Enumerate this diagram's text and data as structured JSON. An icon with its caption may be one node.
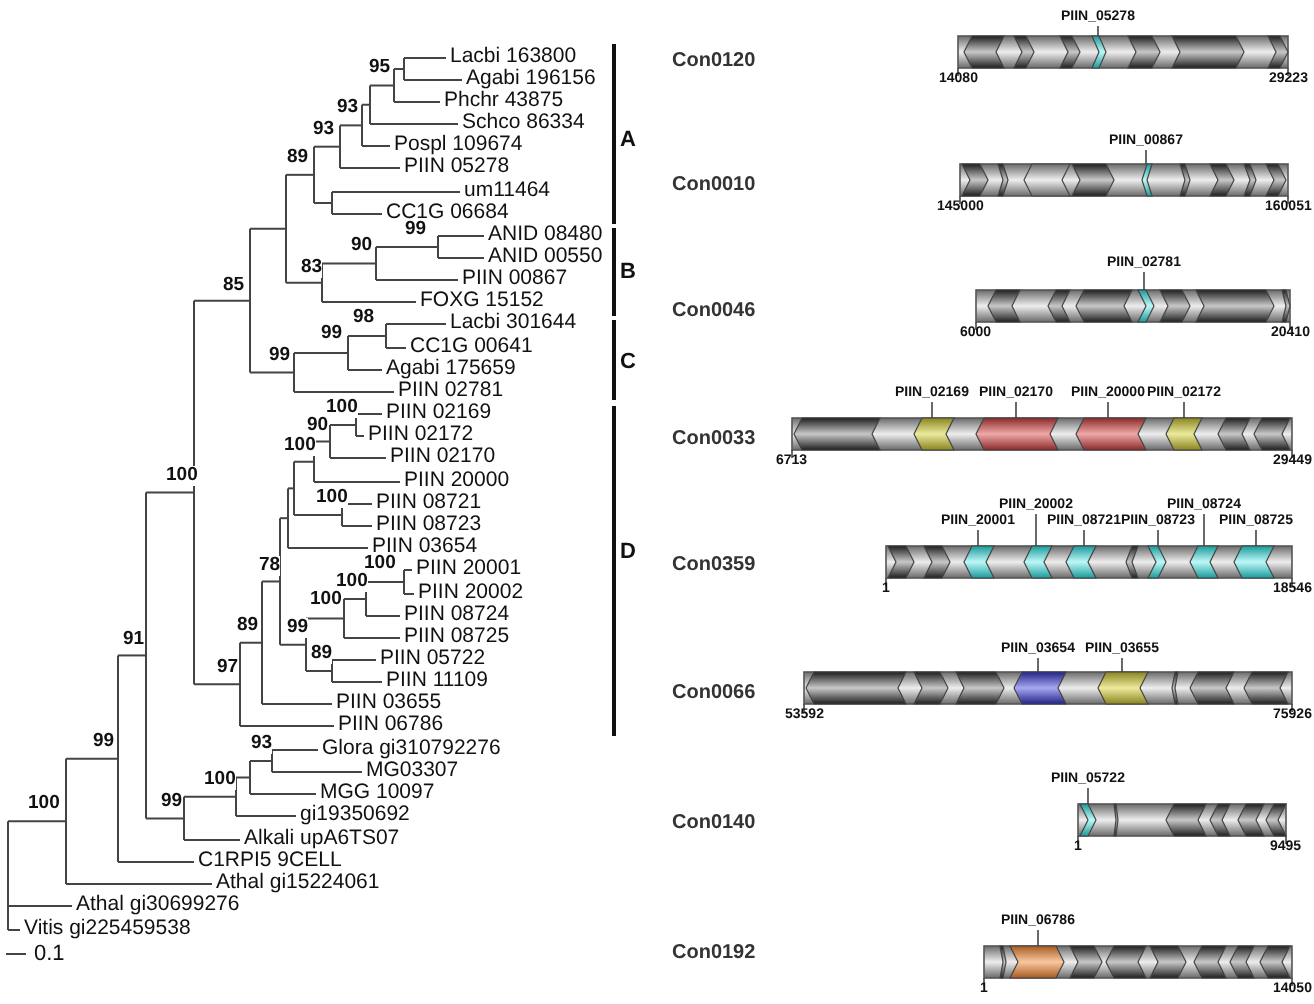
{
  "diagram": {
    "nodes": [
      {
        "text": [
          "PIIN_05278"
        ]
      },
      {
        "text": [
          "PIIN_00867"
        ]
      },
      {
        "text": [
          "PIIN_02781"
        ]
      },
      {
        "text": [
          "PIIN_02169"
        ]
      },
      {
        "text": [
          "PIIN_02170"
        ]
      },
      {
        "text": [
          "PIIN_20000"
        ]
      },
      {
        "text": [
          "PIIN_02172"
        ]
      },
      {
        "text": [
          "PIIN_20002"
        ]
      },
      {
        "text": [
          "PIIN_08724"
        ]
      },
      {
        "text": [
          "PIIN_20001"
        ]
      },
      {
        "text": [
          "PIIN_08721"
        ]
      },
      {
        "text": [
          "PIIN_08723"
        ]
      },
      {
        "text": [
          "PIIN_08725"
        ]
      },
      {
        "text": [
          "PIIN_03654"
        ]
      },
      {
        "text": [
          "PIIN_03655"
        ]
      },
      {
        "text": [
          "PIIN_05722"
        ]
      },
      {
        "text": [
          "PIIN_06786"
        ]
      },
      {
        "text": [],
        "shape": "bar"
      },
      {
        "text": [],
        "shape": "bar"
      },
      {
        "text": [],
        "shape": "bar"
      },
      {
        "text": [],
        "shape": "bar"
      },
      {
        "text": [],
        "shape": "bar"
      },
      {
        "text": [],
        "shape": "bar"
      },
      {
        "text": [],
        "shape": "bar"
      },
      {
        "text": [],
        "shape": "bar"
      },
      {
        "text": [],
        "shape": "bar"
      },
      {
        "text": [],
        "shape": "bar"
      },
      {
        "text": [],
        "shape": "bar"
      },
      {
        "text": [],
        "shape": "bar"
      },
      {
        "text": [],
        "shape": "bar"
      },
      {
        "text": [],
        "shape": "bar"
      },
      {
        "text": [],
        "shape": "bar"
      },
      {
        "text": [],
        "shape": "bar"
      },
      {
        "text": [],
        "shape": "bar"
      }
    ],
    "edges": [
      {
        "from": 0,
        "to": 17,
        "arrow": "none"
      },
      {
        "from": 1,
        "to": 18,
        "arrow": "none"
      },
      {
        "from": 2,
        "to": 19,
        "arrow": "none"
      },
      {
        "from": 3,
        "to": 20,
        "arrow": "none"
      },
      {
        "from": 4,
        "to": 21,
        "arrow": "none"
      },
      {
        "from": 5,
        "to": 22,
        "arrow": "none"
      },
      {
        "from": 6,
        "to": 23,
        "arrow": "none"
      },
      {
        "from": 7,
        "to": 25,
        "arrow": "none"
      },
      {
        "from": 8,
        "to": 28,
        "arrow": "none"
      },
      {
        "from": 9,
        "to": 24,
        "arrow": "none"
      },
      {
        "from": 10,
        "to": 26,
        "arrow": "none"
      },
      {
        "from": 11,
        "to": 27,
        "arrow": "none"
      },
      {
        "from": 12,
        "to": 29,
        "arrow": "none"
      },
      {
        "from": 13,
        "to": 30,
        "arrow": "none"
      },
      {
        "from": 14,
        "to": 31,
        "arrow": "none"
      },
      {
        "from": 15,
        "to": 32,
        "arrow": "none"
      },
      {
        "from": 16,
        "to": 33,
        "arrow": "none"
      }
    ],
    "labels": [
      "Lacbi 163800",
      "Agabi 196156",
      "Phchr 43875",
      "Schco 86334",
      "Pospl 109674",
      "PIIN 05278",
      "um11464",
      "CC1G 06684",
      "ANID 08480",
      "ANID 00550",
      "PIIN 00867",
      "FOXG 15152",
      "Lacbi 301644",
      "CC1G 00641",
      "Agabi 175659",
      "PIIN 02781",
      "PIIN 02169",
      "PIIN 02172",
      "PIIN 02170",
      "PIIN 20000",
      "PIIN 08721",
      "PIIN 08723",
      "PIIN 03654",
      "PIIN 20001",
      "PIIN 20002",
      "PIIN 08724",
      "PIIN 08725",
      "PIIN 05722",
      "PIIN 11109",
      "PIIN 03655",
      "PIIN 06786",
      "Glora gi310792276",
      "MG03307",
      "MGG 10097",
      "gi19350692",
      "Alkali upA6TS07",
      "C1RPI5 9CELL",
      "Athal gi15224061",
      "Athal gi30699276",
      "Vitis gi225459538",
      "95",
      "93",
      "93",
      "89",
      "99",
      "90",
      "83",
      "85",
      "98",
      "99",
      "99",
      "100",
      "90",
      "100",
      "100",
      "100",
      "78",
      "100",
      "100",
      "100",
      "89",
      "99",
      "91",
      "89",
      "97",
      "99",
      "93",
      "100",
      "100",
      "99",
      "A",
      "B",
      "C",
      "D",
      "0.1",
      "Con0120",
      "14080",
      "29223",
      "Con0010",
      "145000",
      "160051",
      "Con0046",
      "6000",
      "20410",
      "Con0033",
      "6713",
      "29449",
      "Con0359",
      "1",
      "18546",
      "Con0066",
      "53592",
      "75926",
      "Con0140",
      "1",
      "9495",
      "Con0192",
      "1",
      "14050"
    ]
  }
}
